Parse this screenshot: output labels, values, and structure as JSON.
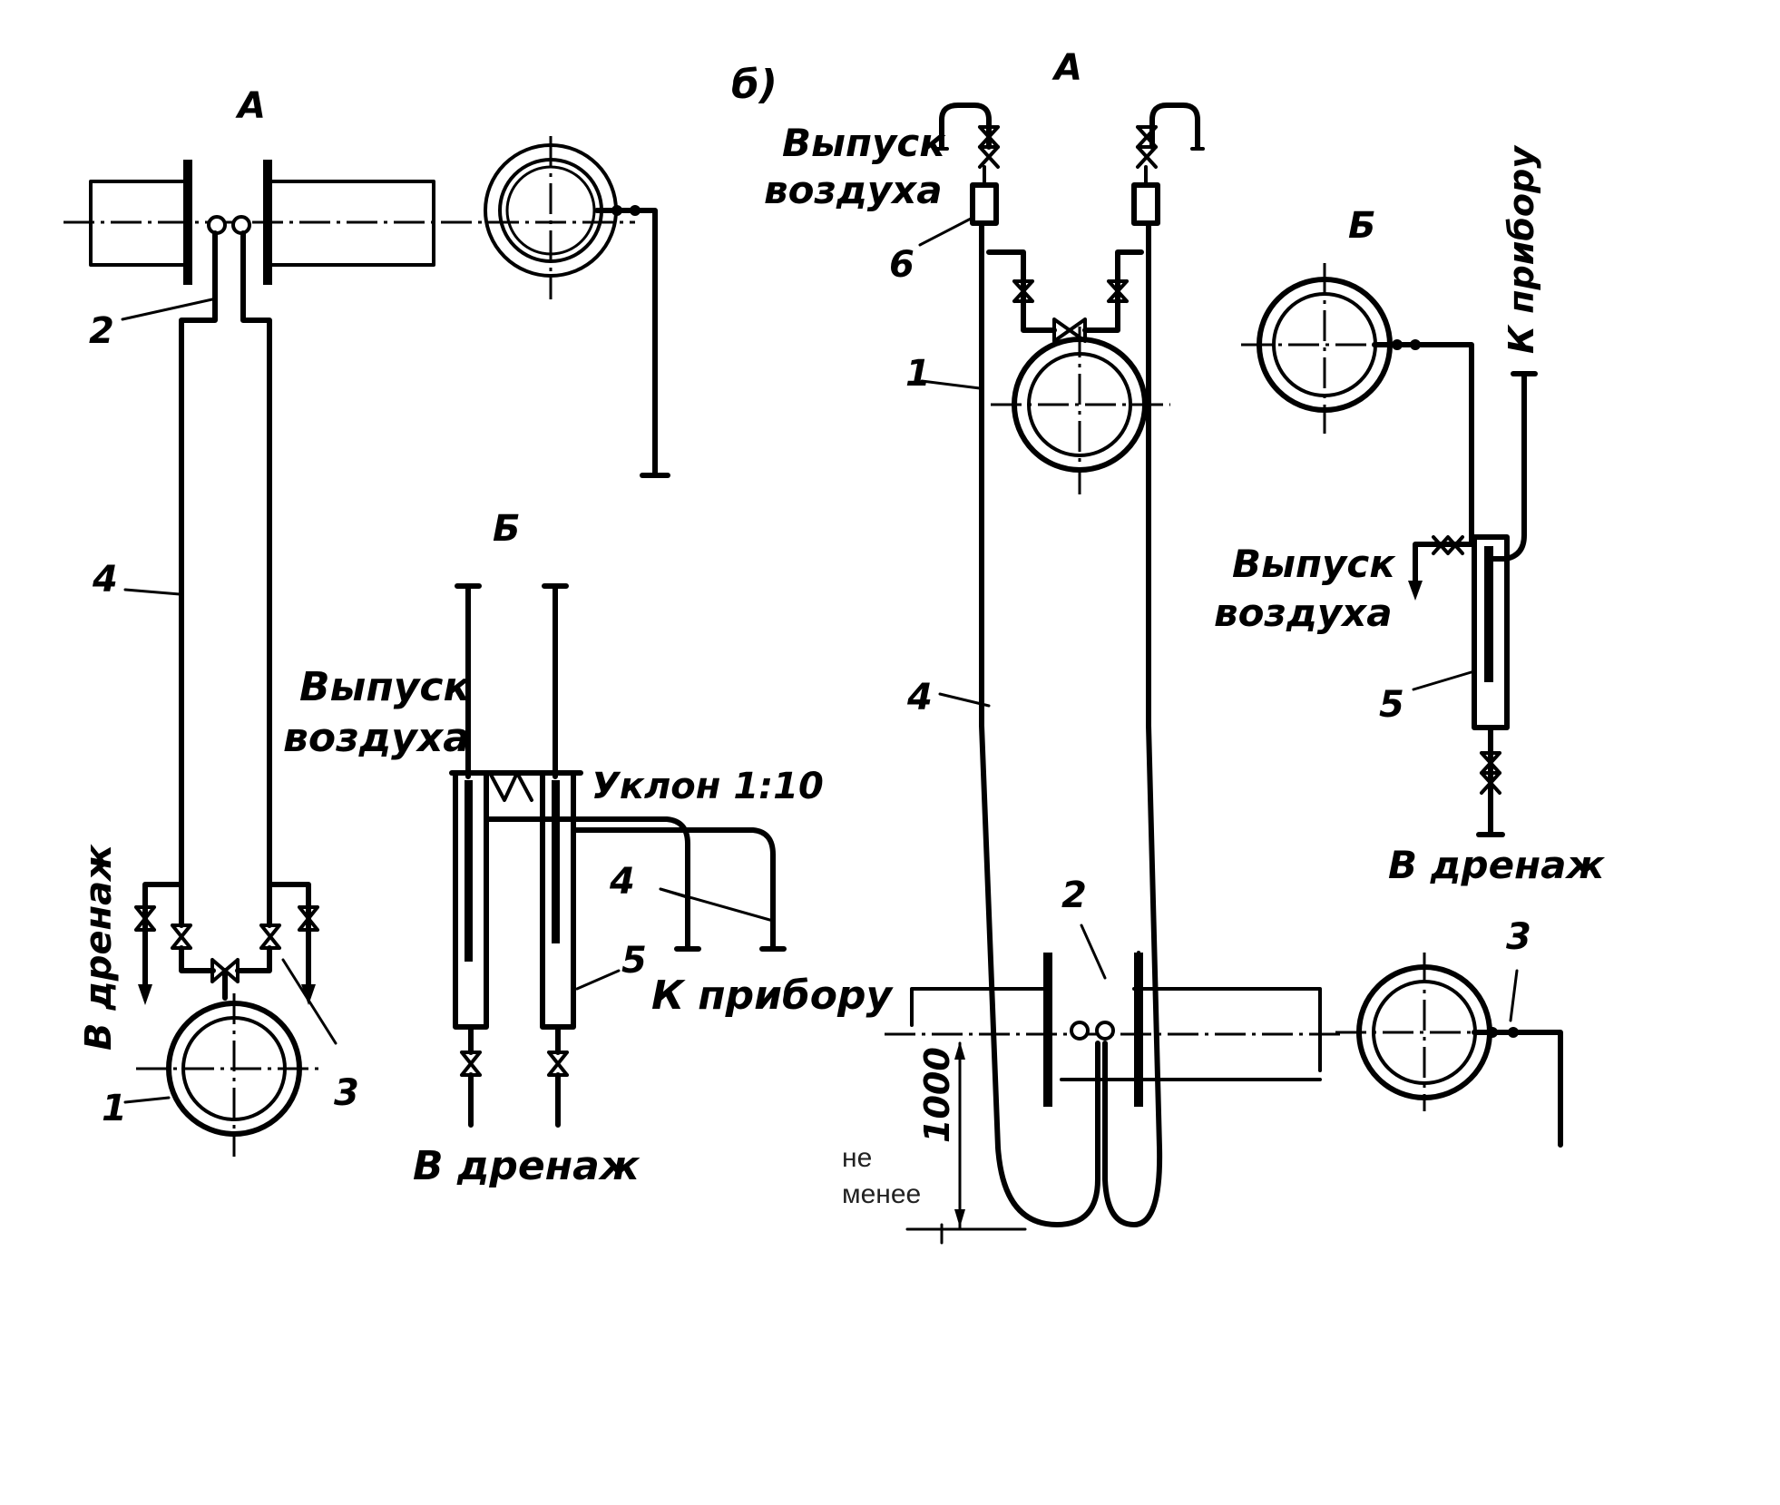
{
  "left_diagram": {
    "view_a": "А",
    "view_b": "Б",
    "drain_vertical": "В дренаж",
    "drain_bottom": "В дренаж",
    "air_release_1": "Выпуск",
    "air_release_2": "воздуха",
    "slope": "Уклон 1:10",
    "to_device": "К прибору",
    "num_1": "1",
    "num_2": "2",
    "num_3": "3",
    "num_4": "4",
    "num_4b": "4",
    "num_5": "5"
  },
  "right_diagram": {
    "panel": "б)",
    "view_a": "А",
    "view_b": "Б",
    "air_release_top_1": "Выпуск",
    "air_release_top_2": "воздуха",
    "air_release_mid_1": "Выпуск",
    "air_release_mid_2": "воздуха",
    "to_device": "К прибору",
    "drain": "В дренаж",
    "dimension": "1000",
    "note_1": "не",
    "note_2": "менее",
    "num_1": "1",
    "num_2": "2",
    "num_3": "3",
    "num_4": "4",
    "num_5": "5",
    "num_6": "6"
  }
}
